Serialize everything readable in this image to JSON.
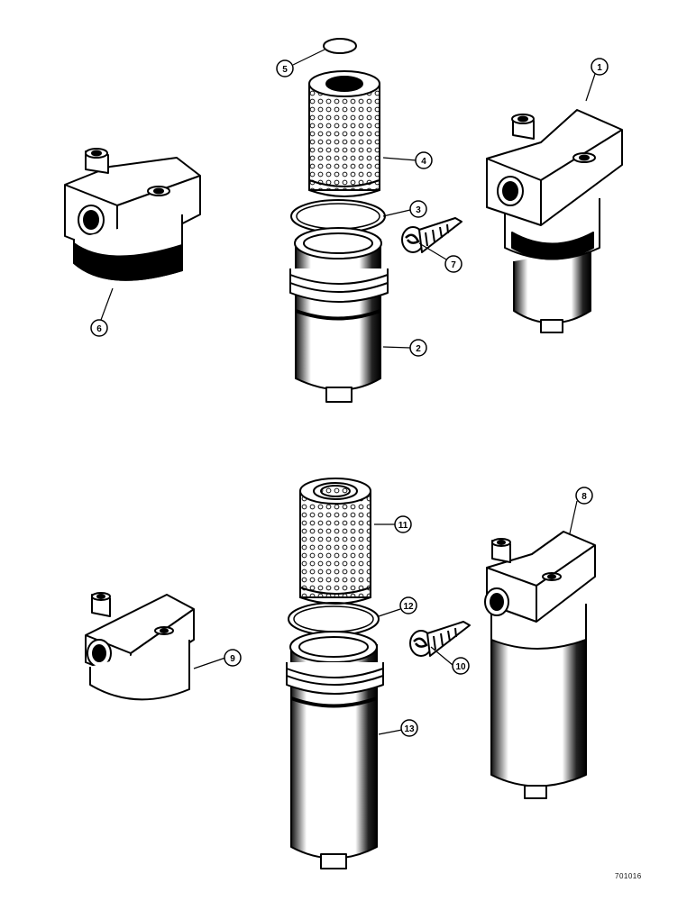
{
  "figure": {
    "reference": "701016",
    "callouts": {
      "c1": "1",
      "c2": "2",
      "c3": "3",
      "c4": "4",
      "c5": "5",
      "c6": "6",
      "c7": "7",
      "c8": "8",
      "c9": "9",
      "c10": "10",
      "c11": "11",
      "c12": "12",
      "c13": "13"
    }
  }
}
